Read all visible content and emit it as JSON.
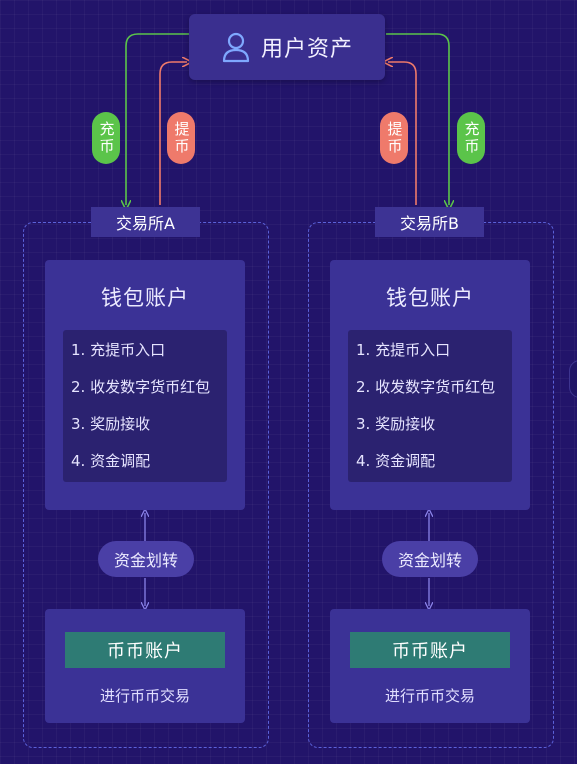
{
  "user_assets": {
    "label": "用户资产",
    "icon": "user-icon"
  },
  "arrow_labels": {
    "deposit": "充币",
    "withdraw": "提币"
  },
  "colors": {
    "deposit_arrow": "#5bc44a",
    "withdraw_arrow": "#ef7a6b",
    "frame_dash": "#5b61d8",
    "coin_title_bg": "#2e7b74"
  },
  "exchanges": [
    {
      "name": "交易所A",
      "wallet": {
        "title": "钱包账户",
        "items": [
          "1. 充提币入口",
          "2. 收发数字货币红包",
          "3. 奖励接收",
          "4. 资金调配"
        ]
      },
      "transfer": "资金划转",
      "coin_account": {
        "title": "币币账户",
        "subtitle": "进行币币交易"
      }
    },
    {
      "name": "交易所B",
      "wallet": {
        "title": "钱包账户",
        "items": [
          "1. 充提币入口",
          "2. 收发数字货币红包",
          "3. 奖励接收",
          "4. 资金调配"
        ]
      },
      "transfer": "资金划转",
      "coin_account": {
        "title": "币币账户",
        "subtitle": "进行币币交易"
      }
    }
  ]
}
